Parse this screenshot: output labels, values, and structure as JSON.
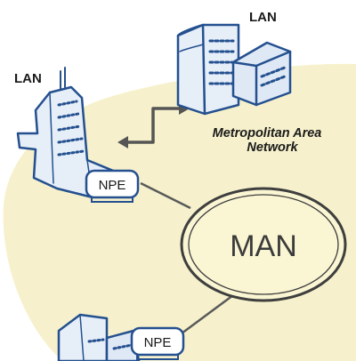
{
  "diagram": {
    "lan_label_top": "LAN",
    "lan_label_left": "LAN",
    "network_caption_line1": "Metropolitan Area",
    "network_caption_line2": "Network",
    "npe_top_label": "NPE",
    "npe_bottom_label": "NPE",
    "man_label": "MAN"
  },
  "colors": {
    "metro_background": "#f6f1cc",
    "building_fill": "#e6eef8",
    "building_stroke": "#24508f",
    "link_line": "#5a5a5a",
    "arrow": "#555555",
    "man_ring_fill": "#faf5d3",
    "man_ring_stroke": "#3e3e3e"
  },
  "icons": [
    "building-icon",
    "office-building-icon",
    "bidirectional-arrow-icon",
    "npe-device-icon",
    "man-ring-icon"
  ]
}
